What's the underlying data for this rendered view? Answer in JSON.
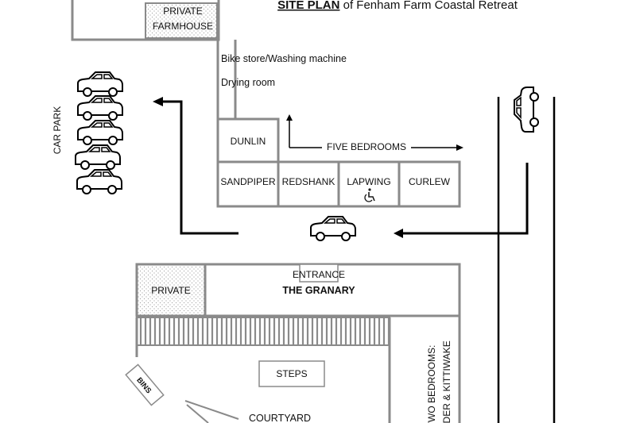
{
  "title": {
    "bold": "SITE PLAN",
    "rest": " of Fenham Farm Coastal Retreat"
  },
  "buildings": {
    "private_farmhouse": {
      "line1": "PRIVATE",
      "line2": "FARMHOUSE"
    },
    "bike_store": "Bike store/Washing machine",
    "drying_room": "Drying room",
    "dunlin": "DUNLIN",
    "five_bedrooms": "FIVE BEDROOMS",
    "sandpiper": "SANDPIPER",
    "redshank": "REDSHANK",
    "lapwing": "LAPWING",
    "curlew": "CURLEW",
    "car_park": "CAR PARK",
    "entrance": "ENTRANCE",
    "granary": "THE GRANARY",
    "private_granary": "PRIVATE",
    "steps": "STEPS",
    "bins": "BINS",
    "courtyard": "COURTYARD",
    "two_bedrooms_line1": "TWO BEDROOMS:",
    "two_bedrooms_line2": "EIDER & KITTIWAKE"
  },
  "icons": {
    "car": "car-icon",
    "accessible": "wheelchair-icon"
  },
  "colors": {
    "wall": "#8a8a8a",
    "ink": "#000000",
    "paper": "#ffffff"
  }
}
